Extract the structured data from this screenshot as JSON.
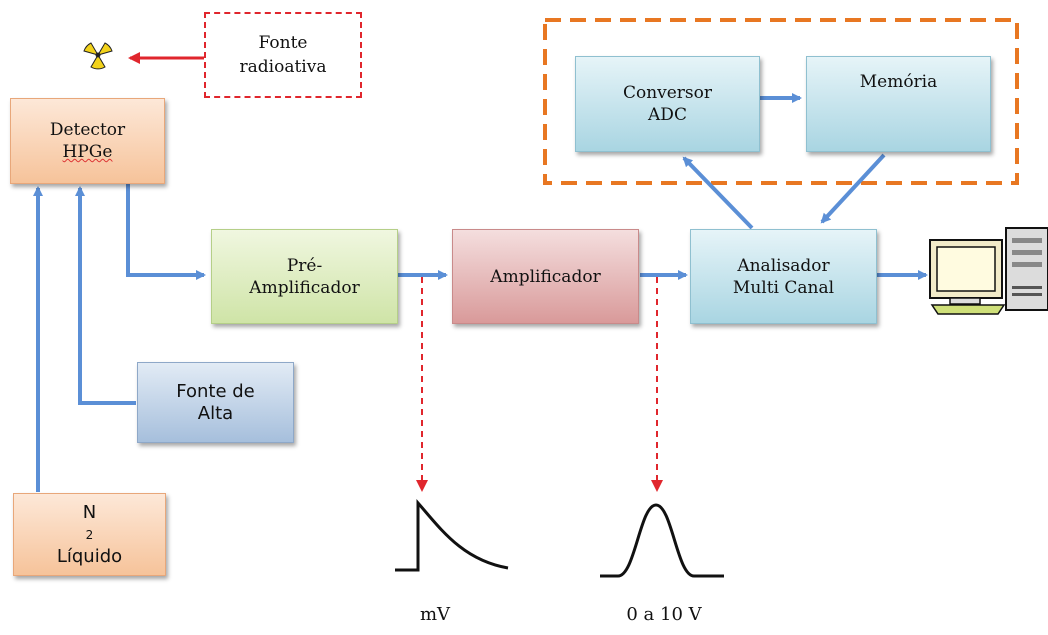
{
  "source": {
    "line1": "Fonte",
    "line2": "radioativa"
  },
  "detector": {
    "line1": "Detector",
    "line2": "HPGe"
  },
  "preamp": {
    "line1": "Pré-",
    "line2": "Amplificador"
  },
  "amplifier": {
    "label": "Amplificador"
  },
  "mca": {
    "line1": "Analisador",
    "line2": "Multi Canal"
  },
  "adc": {
    "line1": "Conversor",
    "line2": "ADC"
  },
  "memory": {
    "label": "Memória"
  },
  "hv": {
    "line1": "Fonte de",
    "line2": "Alta"
  },
  "n2": {
    "symbol": "N",
    "subscript": "2",
    "line2": "Líquido"
  },
  "signals": {
    "preamp_output": "mV",
    "amp_output": "0 a 10 V"
  },
  "colors": {
    "wire": "#5b8fd6",
    "red_arrow": "#e0262d",
    "orange_dashed": "#e87722"
  },
  "icons": [
    "radiation-icon",
    "computer-icon"
  ]
}
